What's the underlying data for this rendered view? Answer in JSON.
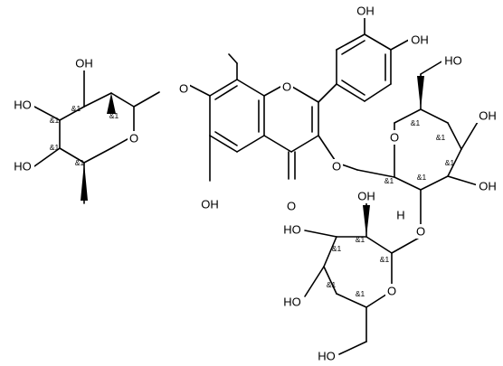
{
  "labels": {
    "oh_cat1": "OH",
    "oh_cat2": "OH",
    "ho_c6_top": "HO",
    "ho_rha2": "OH",
    "ho_rha3": "HO",
    "ho_rha4": "HO",
    "o_rha_ring": "O",
    "o_link_7": "O",
    "o_chromone_ring": "O",
    "oh_5": "OH",
    "o_carbonyl": "O",
    "o_link_3": "O",
    "o_glc1_ring": "O",
    "oh_glc1_4": "OH",
    "oh_glc1_3": "OH",
    "o_link_2": "O",
    "oh_glc2_2": "OH",
    "ho_glc2_3": "HO",
    "ho_glc2_4": "HO",
    "o_glc2_ring": "O",
    "ho_glc2_6": "HO",
    "h_glc2_1": "H"
  },
  "stereo_label": "&1"
}
